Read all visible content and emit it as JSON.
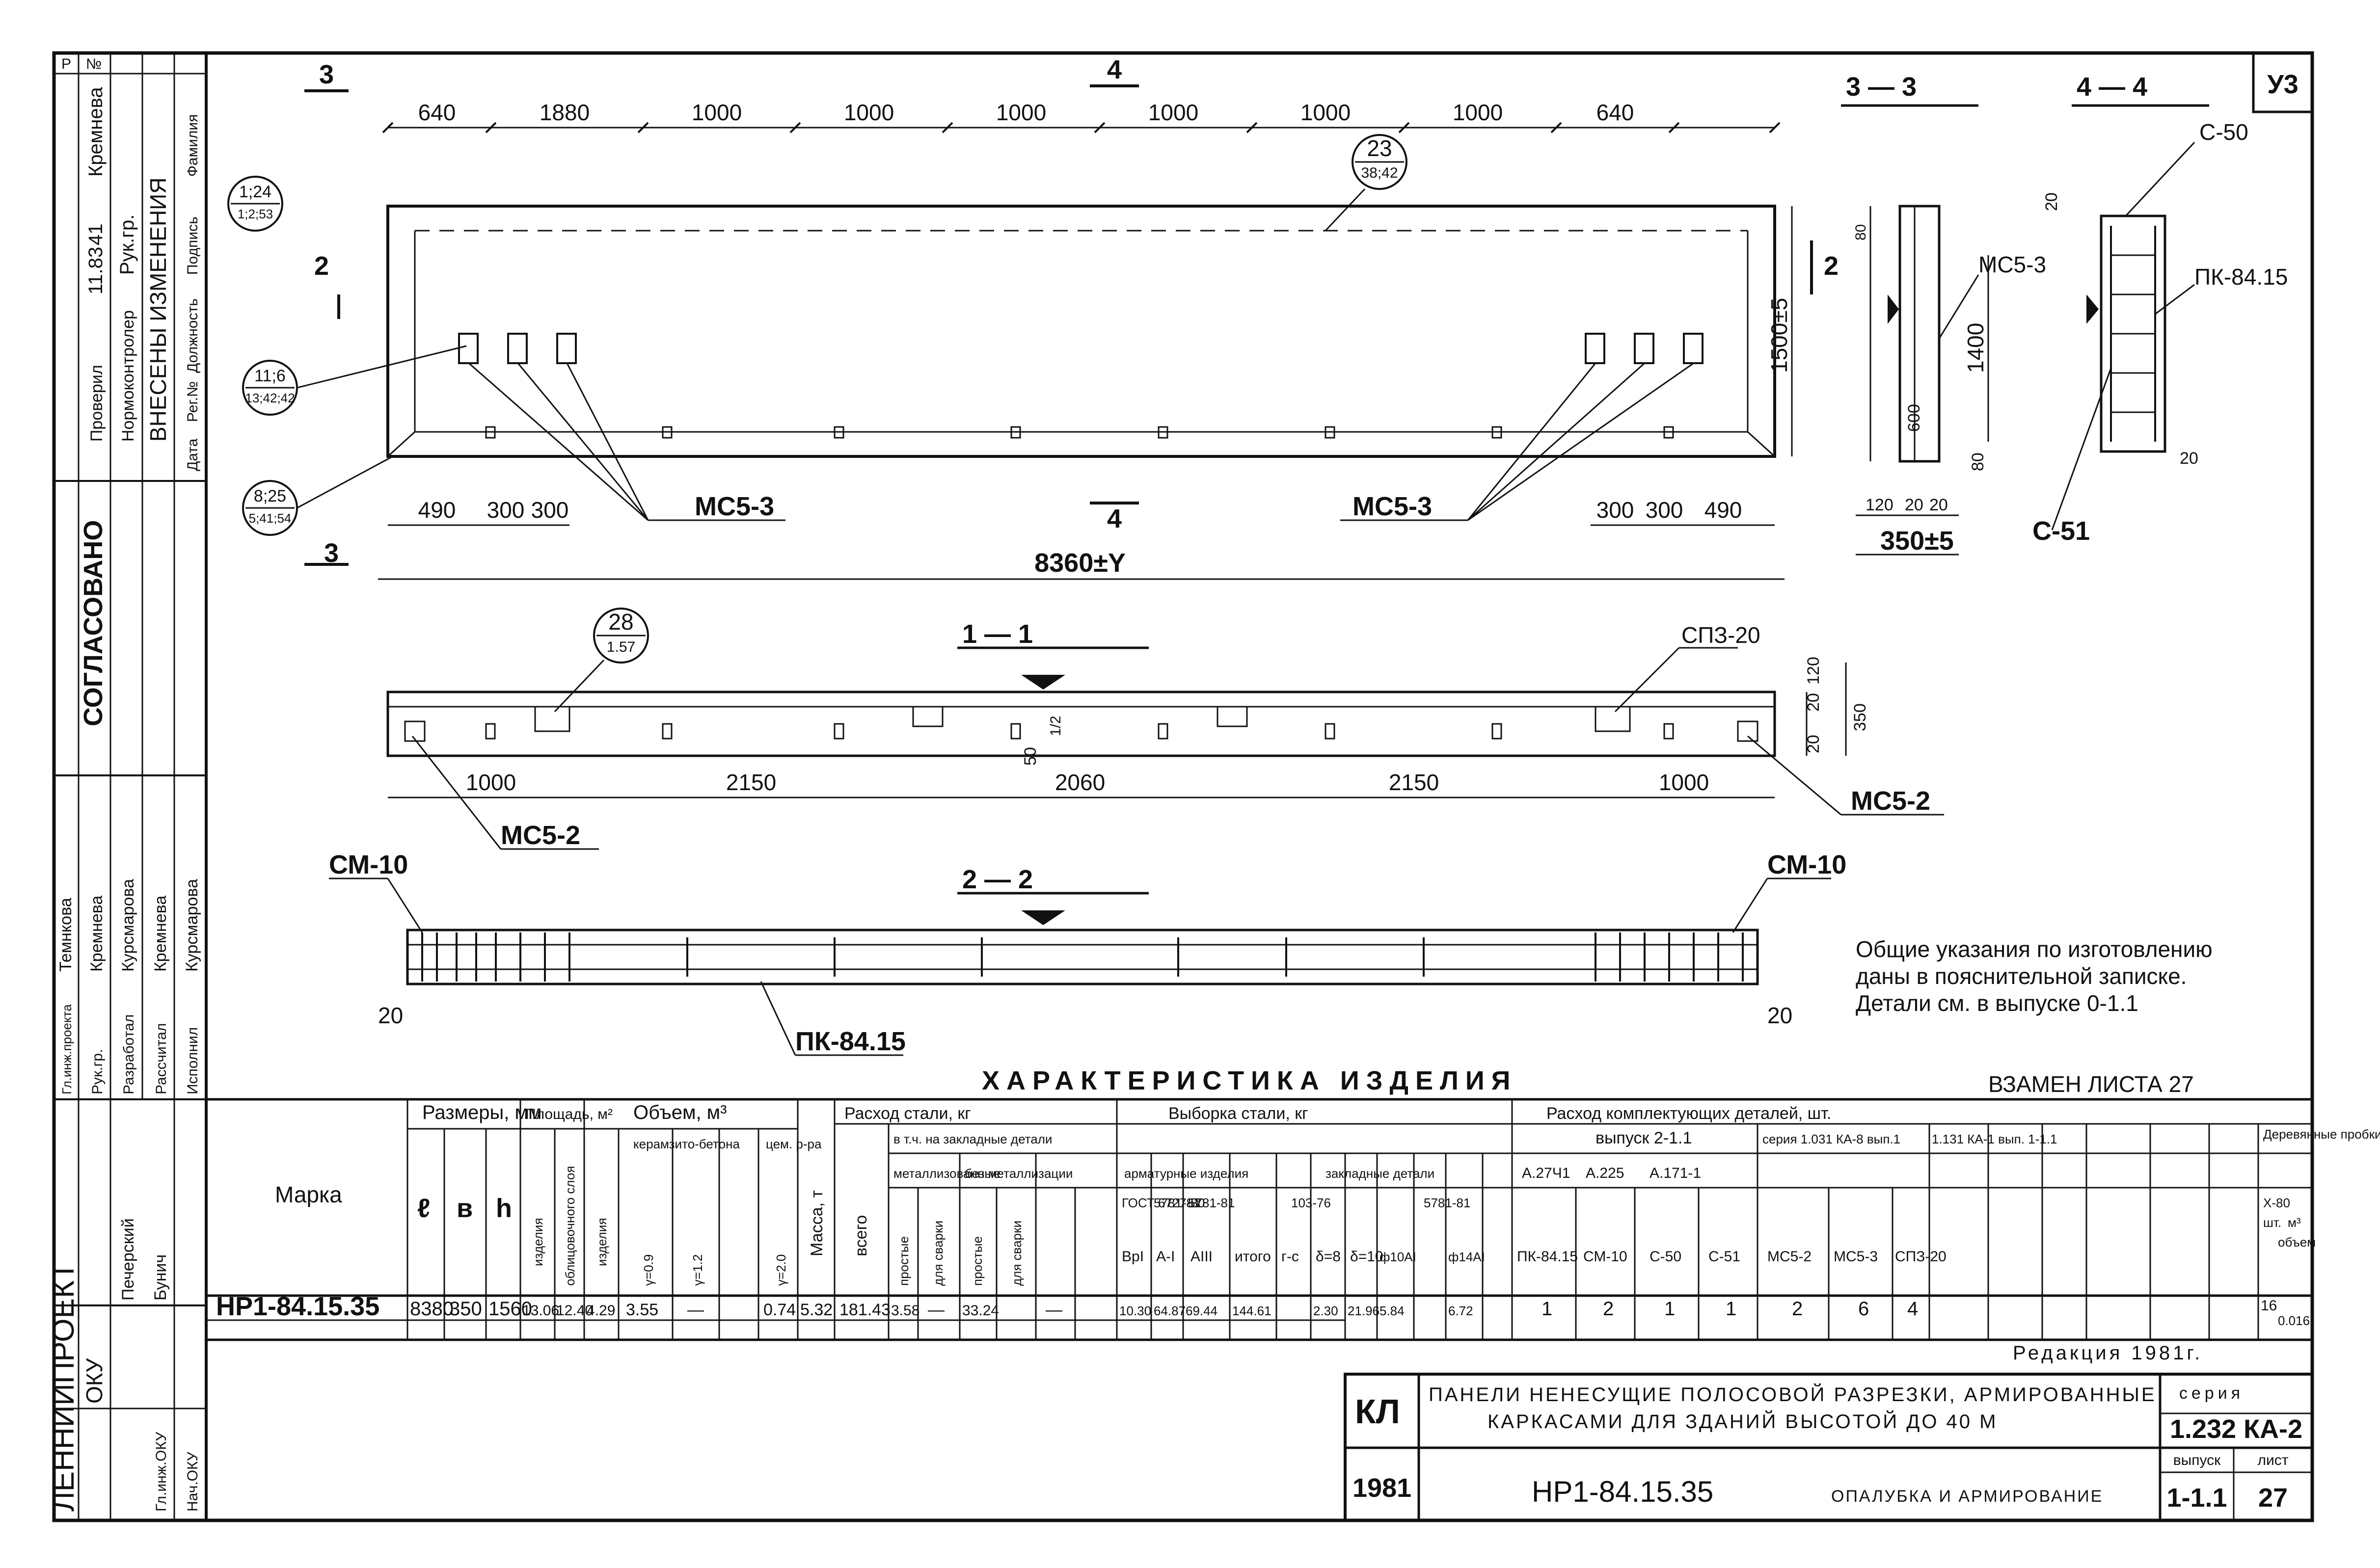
{
  "sheet_no": "У3",
  "left_strip": {
    "org": "ЛЕННИИПРОЕКТ",
    "dept": "ОКУ",
    "agreed": "СОГЛАСОВАНО",
    "changes": "ВНЕСЕНЫ ИЗМЕНЕНИЯ",
    "top_header": [
      "Р",
      "№"
    ],
    "change_labels": [
      "Проверил",
      "Нормоконтролер"
    ],
    "change_cols": [
      "Дата",
      "Рег.№",
      "Должность",
      "Подпись",
      "Фамилия"
    ],
    "change_row": [
      "11.83",
      "41",
      "Рук.гр.",
      "",
      "Кремнева"
    ],
    "sign_roles": [
      "Гл.инж.проекта",
      "Рук.гр.",
      "Разработал",
      "Рассчитал",
      "Исполнил"
    ],
    "sign_names": [
      "Темнкова",
      "Кремнева",
      "Курсмарова",
      "Кремнева",
      "Курсмарова"
    ],
    "bottom_roles": [
      "Нач.ОКУ",
      "Гл.инж.ОКУ"
    ],
    "bottom_names": [
      "Печерский",
      "Бунич"
    ]
  },
  "plan": {
    "section_33": "3",
    "section_44": "4",
    "section_22": "2",
    "dims_top": [
      "640",
      "1880",
      "1000",
      "1000",
      "1000",
      "1000",
      "1000",
      "1000",
      "640"
    ],
    "circ_left_top": [
      "1;24",
      "1;2;53"
    ],
    "circ_left_mid": [
      "11;6",
      "13;42;42"
    ],
    "circ_left_bot": [
      "8;25",
      "5;41;54"
    ],
    "circ_top": [
      "23",
      "38;42"
    ],
    "dims_bottom_left": [
      "490",
      "300",
      "300"
    ],
    "dims_bottom_right": [
      "300",
      "300",
      "490"
    ],
    "overall": "8360±Y",
    "height": "1500±5",
    "mc53": "МС5-3"
  },
  "sec33": {
    "title": "3 — 3",
    "mc53": "МС5-3",
    "d80": "80",
    "d1400": "1400",
    "d600": "600",
    "d80b": "80",
    "d120": "120",
    "d20a": "20",
    "d20b": "20",
    "width": "350±5"
  },
  "sec44": {
    "title": "4 — 4",
    "c50": "С-50",
    "c51": "С-51",
    "pk": "ПК-84.15",
    "d20a": "20",
    "d20b": "20"
  },
  "sec11": {
    "title": "1 — 1",
    "circ": [
      "28",
      "1.57"
    ],
    "cp": "СПЗ-20",
    "mc52": "МС5-2",
    "dims": [
      "1000",
      "2150",
      "2060",
      "2150",
      "1000"
    ],
    "d50": "50",
    "d1/2": "1/2",
    "d120": "120",
    "d20a": "20",
    "d20b": "20",
    "d350": "350"
  },
  "sec22": {
    "title": "2 — 2",
    "cm10": "СМ-10",
    "pk": "ПК-84.15",
    "d20a": "20",
    "d20b": "20"
  },
  "notes": [
    "Общие указания по изготовлению",
    "даны в пояснительной записке.",
    "Детали см. в выпуске 0-1.1"
  ],
  "table": {
    "title": "ХАРАКТЕРИСТИКА ИЗДЕЛИЯ",
    "replace": "ВЗАМЕН ЛИСТА 27",
    "marka": "Марка",
    "sizes": "Размеры, мм",
    "dims": [
      "ℓ",
      "в",
      "h"
    ],
    "area": "Площадь, м²",
    "area_sub": [
      "изделия",
      "облицовочного слоя"
    ],
    "volume": "Объем, м³",
    "vol_sub": [
      "изделия",
      "керамзито-бетона",
      "цем. р-ра"
    ],
    "vol_gamma": [
      "γ=0.9",
      "γ=1.2",
      "γ=2.0"
    ],
    "mass": "Масса, т",
    "steel": "Расход стали, кг",
    "steel_all": "всего",
    "steel_incl": "в т.ч. на закладные детали",
    "steel_metal": "металлизованные",
    "steel_nometal": "без металлизации",
    "steel_sub": [
      "простые",
      "для сварки",
      "простые",
      "для сварки"
    ],
    "sample": "Выборка стали, кг",
    "sample_arm": "арматурные изделия",
    "sample_zak": "закладные детали",
    "sample_gost": [
      "ГОСТ 6727-80",
      "5781-81",
      "5781-81",
      "103-76",
      "5781-81"
    ],
    "sample_cls": [
      "ВрI",
      "А-I",
      "АIII",
      "итого",
      "г-с",
      "δ=8",
      "δ=10",
      "ф10АI",
      "ф14АI"
    ],
    "parts": "Расход комплектующих деталей, шт.",
    "parts_vyp": "выпуск 2-1.1",
    "parts_ser": "серия 1.031 КА-8 вып.1",
    "parts_ser2": "1.131 КА-1 вып. 1-1.1",
    "parts_albums": [
      "А.27Ч1",
      "А.225",
      "А.171-1"
    ],
    "parts_names": [
      "ПК-84.15",
      "СМ-10",
      "С-50",
      "С-51",
      "МС5-2",
      "МС5-3",
      "СПЗ-20"
    ],
    "wood": "Деревянные пробки",
    "wood_sub": [
      "Х-80",
      "шт.",
      "м³",
      "объем"
    ],
    "row": [
      "НР1-84.15.35",
      "8380",
      "350",
      "1560",
      "13.06",
      "12.40",
      "4.29",
      "3.55",
      "—",
      "0.74",
      "5.32",
      "181.43",
      "3.58",
      "—",
      "33.24",
      "—",
      "10.30",
      "64.87",
      "69.44",
      "144.61",
      "",
      "2.30",
      "21.96",
      "5.84",
      "6.72",
      "1",
      "2",
      "1",
      "1",
      "2",
      "6",
      "4",
      "16",
      "0.016"
    ],
    "edition": "Редакция 1981г."
  },
  "stamp": {
    "kl": "КЛ",
    "year": "1981",
    "title1": "ПАНЕЛИ НЕНЕСУЩИЕ ПОЛОСОВОЙ РАЗРЕЗКИ, АРМИРОВАННЫЕ",
    "title2": "КАРКАСАМИ ДЛЯ ЗДАНИЙ ВЫСОТОЙ ДО 40 М",
    "mark": "НР1-84.15.35",
    "doc": "ОПАЛУБКА И АРМИРОВАНИЕ",
    "series_label": "серия",
    "series": "1.232 КА-2",
    "issue_label": "выпуск",
    "issue": "1-1.1",
    "sheet_label": "лист",
    "sheet": "27"
  }
}
